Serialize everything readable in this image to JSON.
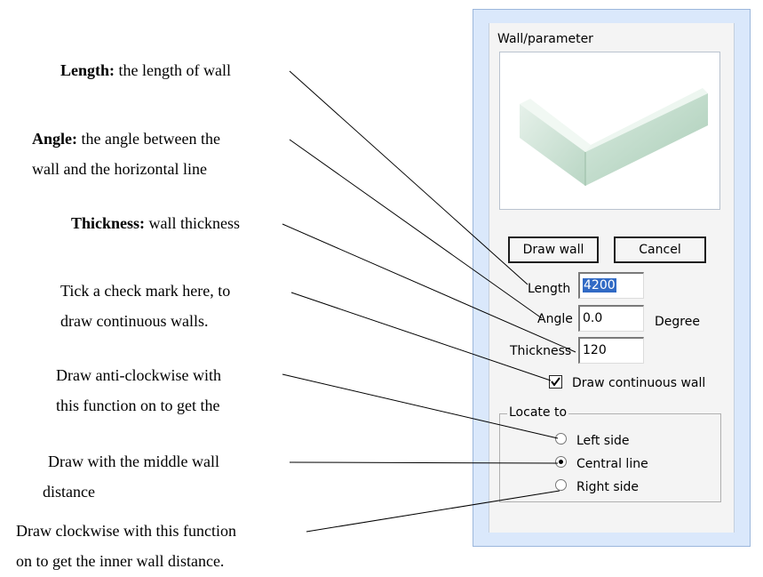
{
  "annotations": {
    "length": {
      "term": "Length:",
      "text": " the length of wall"
    },
    "angle": {
      "term": "Angle:",
      "line1": " the angle between the",
      "line2": "wall and the horizontal line"
    },
    "thickness": {
      "term": "Thickness:",
      "text": " wall thickness"
    },
    "continuous": {
      "line1": "Tick a check mark here, to",
      "line2": "draw continuous walls."
    },
    "left": {
      "line1": "Draw anti-clockwise with",
      "line2": "this function on to get the"
    },
    "central": {
      "line1": "Draw with the middle wall",
      "line2": "distance"
    },
    "right": {
      "line1": "Draw clockwise with this function",
      "line2": "on to get the inner wall distance."
    }
  },
  "dialog": {
    "title": "Wall/parameter",
    "draw_button": "Draw wall",
    "cancel_button": "Cancel",
    "length_label": "Length",
    "length_value": "4200",
    "angle_label": "Angle",
    "angle_value": "0.0",
    "angle_unit": "Degree",
    "thickness_label": "Thickness",
    "thickness_value": "120",
    "continuous_label": "Draw continuous wall",
    "continuous_checked": true,
    "locate_label": "Locate to",
    "options": [
      "Left side",
      "Central line",
      "Right side"
    ],
    "selected_option": "Central line"
  },
  "colors": {
    "panel_bg": "#dae8fb",
    "selection": "#316ac5",
    "wall_face": "#cfe3d6"
  }
}
